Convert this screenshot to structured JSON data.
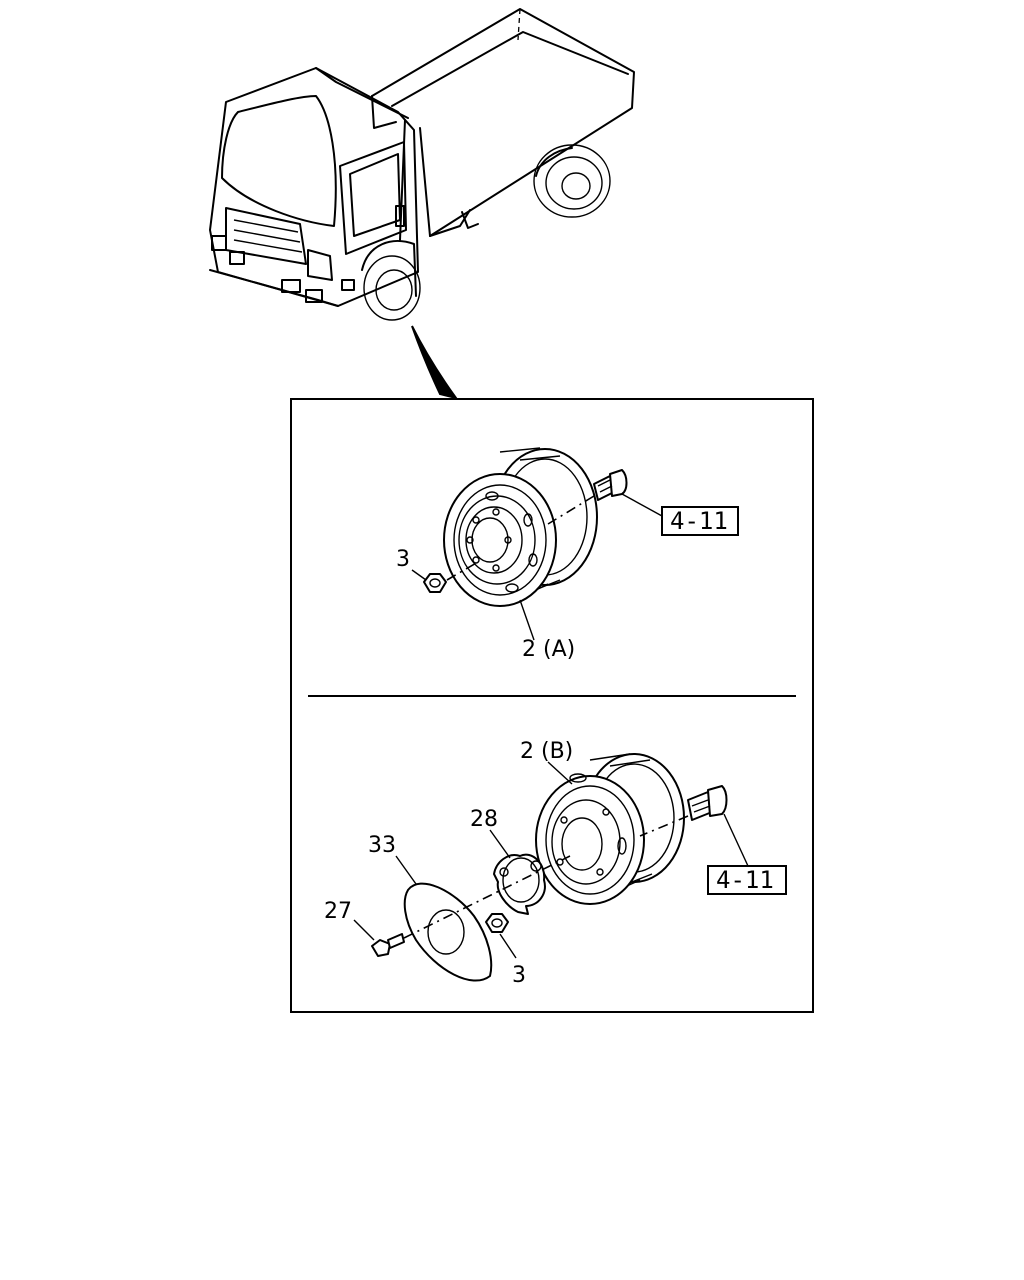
{
  "parts": {
    "nut_a": "3",
    "wheel_a": "2 (A)",
    "ref_a": "4-11",
    "wheel_b": "2 (B)",
    "hub_cap": "28",
    "cover_plate": "33",
    "bolt": "27",
    "nut_b": "3",
    "ref_b": "4-11"
  }
}
